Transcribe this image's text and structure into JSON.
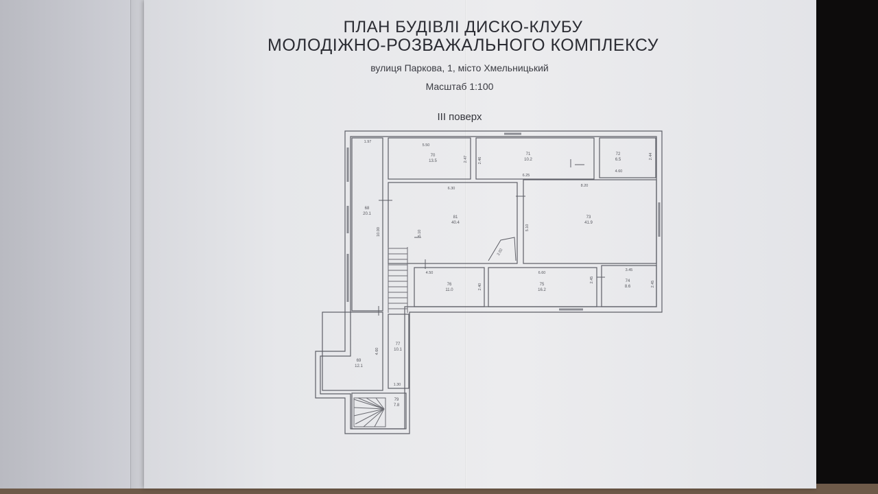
{
  "title_line1": "ПЛАН БУДІВЛІ ДИСКО-КЛУБУ",
  "title_line2": "МОЛОДІЖНО-РОЗВАЖАЛЬНОГО КОМПЛЕКСУ",
  "address": "вулиця Паркова, 1, місто Хмельницький",
  "scale": "Масштаб 1:100",
  "floor": "ІІІ поверх",
  "rooms": [
    {
      "id": "room-68",
      "number": "68",
      "area": "20.1"
    },
    {
      "id": "room-70",
      "number": "70",
      "area": "13.5"
    },
    {
      "id": "room-71",
      "number": "71",
      "area": "10.2"
    },
    {
      "id": "room-72",
      "number": "72",
      "area": "6.5"
    },
    {
      "id": "room-81",
      "number": "81",
      "area": "40.4"
    },
    {
      "id": "room-73",
      "number": "73",
      "area": "41.9"
    },
    {
      "id": "room-76",
      "number": "76",
      "area": "11.0"
    },
    {
      "id": "room-75",
      "number": "75",
      "area": "16.2"
    },
    {
      "id": "room-74",
      "number": "74",
      "area": "8.6"
    },
    {
      "id": "room-77",
      "number": "77",
      "area": "10.1"
    },
    {
      "id": "room-69",
      "number": "69",
      "area": "12.1"
    },
    {
      "id": "room-79",
      "number": "79",
      "area": "7.8"
    }
  ],
  "dimensions": {
    "d1": "1.97",
    "d2": "5.50",
    "d3": "2.47",
    "d4": "2.46",
    "d5": "6.25",
    "d6": "2.44",
    "d7": "4.60",
    "d8": "6.30",
    "d9": "8.20",
    "d10": "10.00",
    "d11": "5.10",
    "d12": "5.10",
    "d13": "4.50",
    "d14": "2.40",
    "d15": "6.60",
    "d16": "2.45",
    "d17": "3.45",
    "d18": "2.45",
    "d19": "4.60",
    "d20": "1.30",
    "d21": "2.02"
  }
}
